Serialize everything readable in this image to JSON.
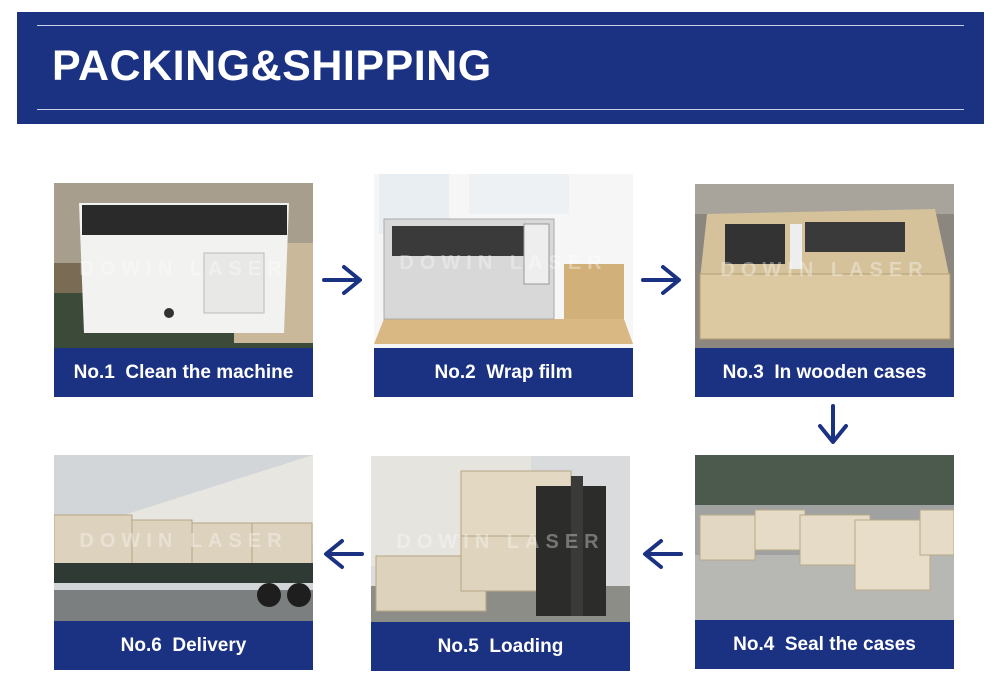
{
  "header": {
    "title": "PACKING&SHIPPING"
  },
  "watermark": "DOWIN LASER",
  "colors": {
    "brand_blue": "#1b3181",
    "arrow_blue": "#1b3181",
    "caption_text": "#ffffff"
  },
  "steps": [
    {
      "number": "No.1",
      "label": "Clean the machine"
    },
    {
      "number": "No.2",
      "label": "Wrap film"
    },
    {
      "number": "No.3",
      "label": "In wooden cases"
    },
    {
      "number": "No.4",
      "label": "Seal the cases"
    },
    {
      "number": "No.5",
      "label": "Loading"
    },
    {
      "number": "No.6",
      "label": "Delivery"
    }
  ],
  "arrows": [
    "arrow-right-icon",
    "arrow-right-icon",
    "arrow-down-icon",
    "arrow-left-icon",
    "arrow-left-icon"
  ]
}
